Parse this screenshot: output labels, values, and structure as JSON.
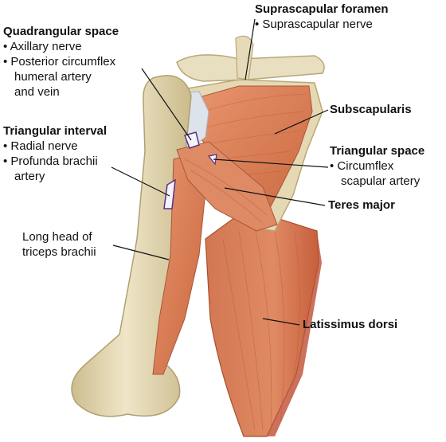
{
  "labels": {
    "quadrangular": {
      "title": "Quadrangular space",
      "lines": [
        "• Axillary nerve",
        "• Posterior circumflex",
        "humeral artery",
        "and vein"
      ]
    },
    "suprascapular": {
      "title": "Suprascapular foramen",
      "lines": [
        "• Suprascapular nerve"
      ]
    },
    "subscapularis": {
      "title": "Subscapularis"
    },
    "triangular_interval": {
      "title": "Triangular interval",
      "lines": [
        "• Radial nerve",
        "• Profunda brachii",
        "artery"
      ]
    },
    "triangular_space": {
      "title": "Triangular space",
      "lines": [
        "• Circumflex",
        "scapular artery"
      ]
    },
    "teres_major": {
      "title": "Teres major"
    },
    "long_head": {
      "lines": [
        "Long head of",
        "triceps brachii"
      ]
    },
    "latissimus": {
      "title": "Latissimus dorsi"
    }
  },
  "colors": {
    "bone": "#e9dfbd",
    "bone_shadow": "#c9b98a",
    "muscle": "#d9825e",
    "muscle_dark": "#b8583a",
    "muscle_light": "#ec9c78",
    "tendon": "#dfe6ef",
    "vessel": "#5a2f86",
    "line": "#111111"
  }
}
